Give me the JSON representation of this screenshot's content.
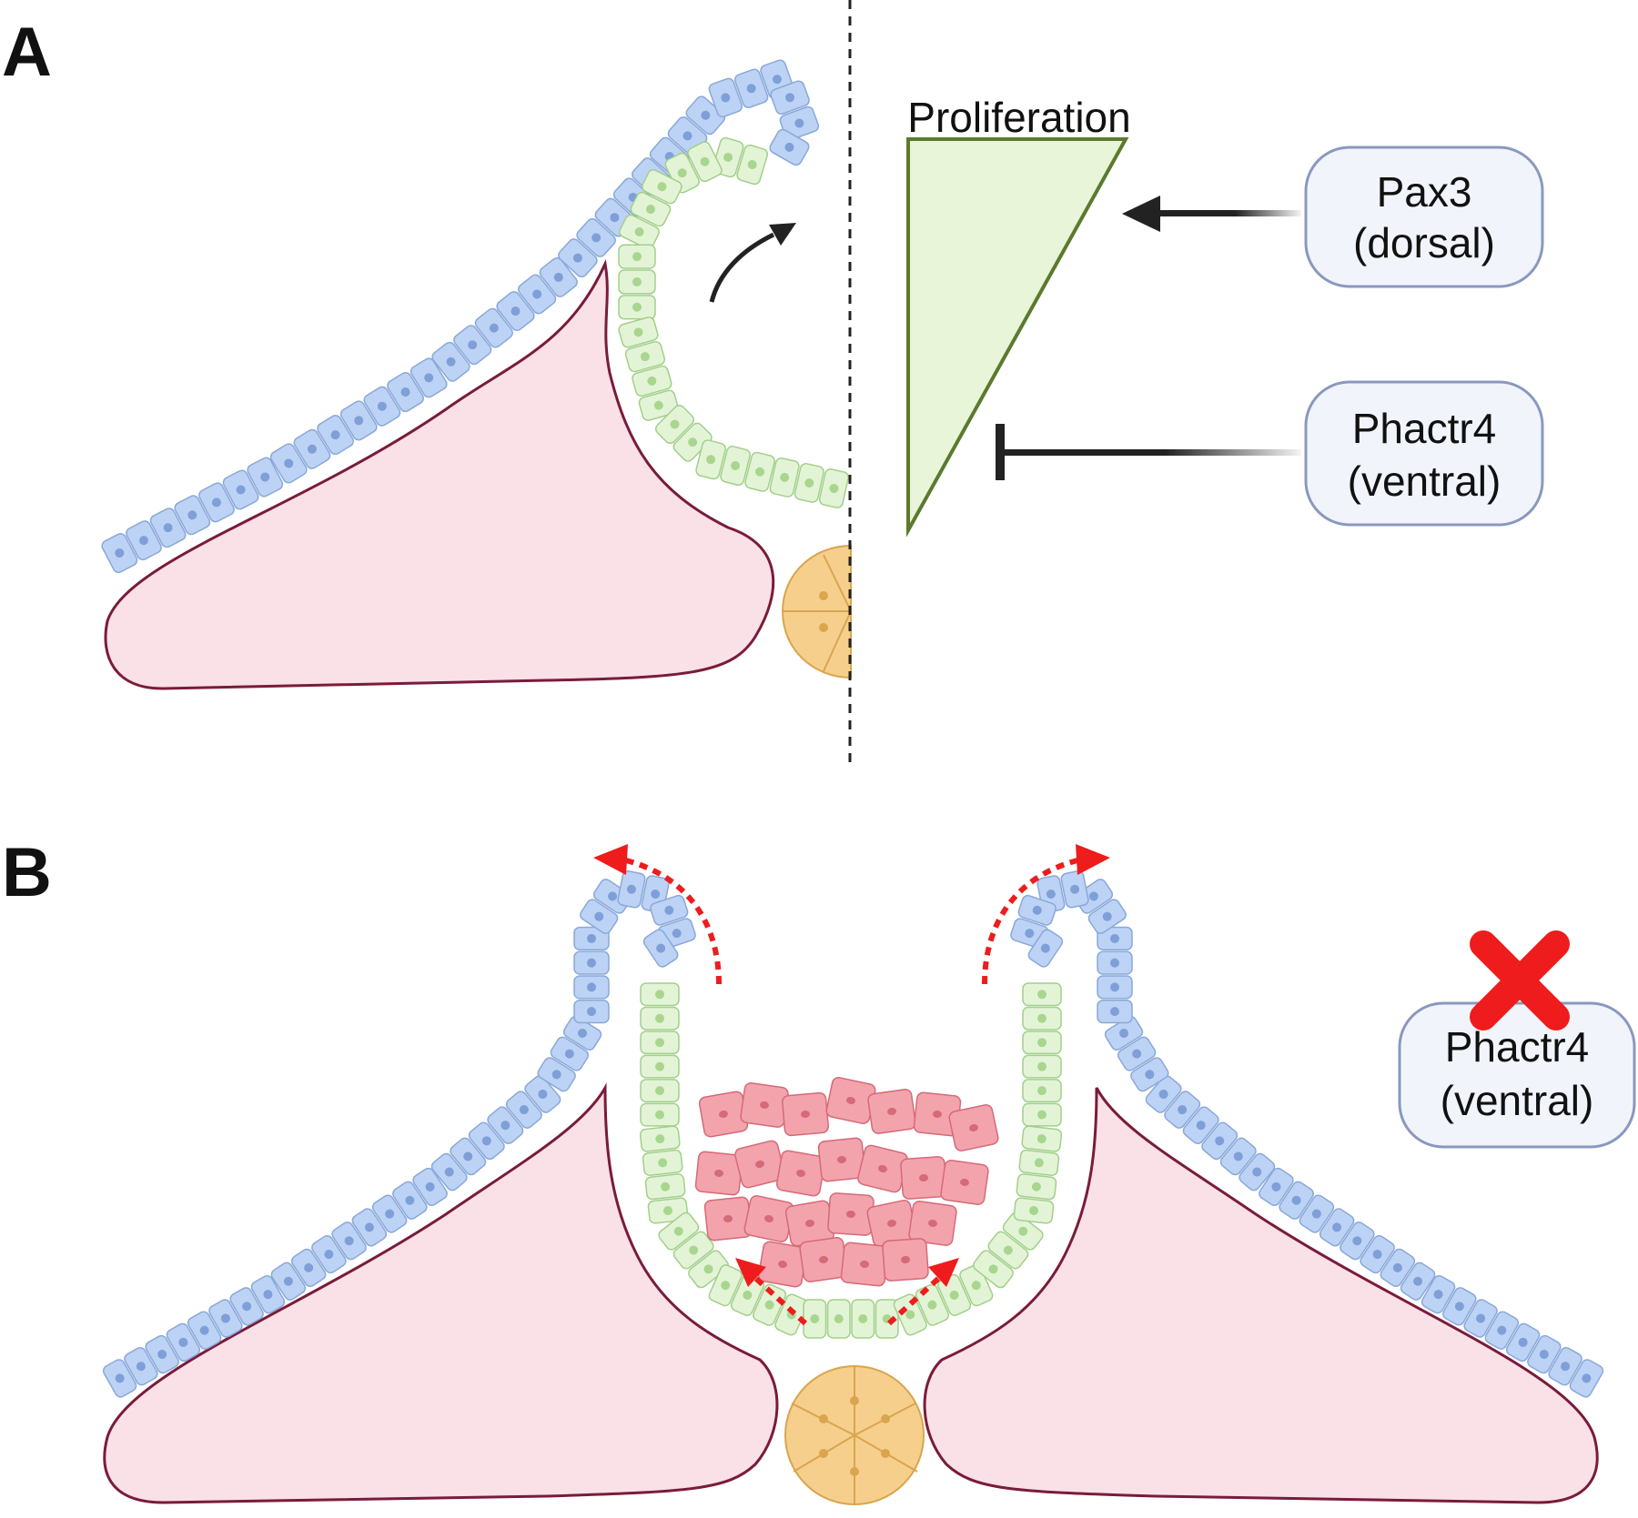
{
  "panels": {
    "a": {
      "label": "A",
      "proliferation_label": "Proliferation",
      "box_pax3": {
        "line1": "Pax3",
        "line2": "(dorsal)"
      },
      "box_phactr4": {
        "line1": "Phactr4",
        "line2": "(ventral)"
      }
    },
    "b": {
      "label": "B",
      "box_phactr4": {
        "line1": "Phactr4",
        "line2": "(ventral)"
      }
    }
  },
  "colors": {
    "surface_ectoderm": "#bcd3f5",
    "surface_ectoderm_stroke": "#8aa8d8",
    "neuroepithelium": "#e3f4d6",
    "neuroepithelium_stroke": "#a3cf8c",
    "mesenchyme": "#f9e1e7",
    "mesenchyme_stroke": "#7a1b3a",
    "notochord": "#f6cf8d",
    "notochord_stroke": "#d9a54e",
    "overproliferating_cells": "#f3a3ab",
    "overproliferating_stroke": "#d56a78",
    "red_arrow": "#ee1c1c",
    "triangle_fill": "#e8f5d9",
    "triangle_stroke": "#5a7a2e",
    "box_fill": "#f1f5fb",
    "box_stroke": "#8a98bf"
  },
  "icons": {
    "inhibit": "flat-head-inhibition-arrow",
    "promote": "arrow-icon",
    "knockout": "red-x-icon"
  }
}
